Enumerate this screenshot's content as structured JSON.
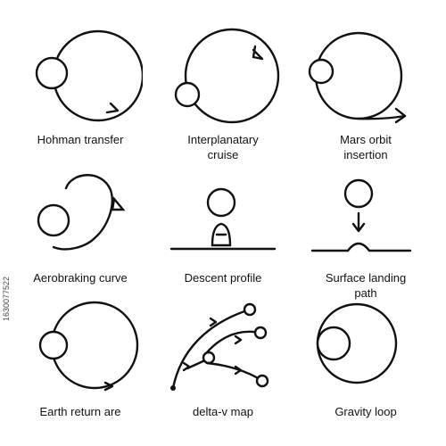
{
  "icons": [
    {
      "name": "hohman-transfer",
      "label": "Hohman transfer"
    },
    {
      "name": "interplanatary-cruise",
      "label": "Interplanatary\ncruise"
    },
    {
      "name": "mars-orbit-insertion",
      "label": "Mars orbit\ninsertion"
    },
    {
      "name": "aerobraking-curve",
      "label": "Aerobraking curve"
    },
    {
      "name": "descent-profile",
      "label": "Descent profile"
    },
    {
      "name": "surface-landing-path",
      "label": "Surface landing\npath"
    },
    {
      "name": "earth-return-arc",
      "label": "Earth return are"
    },
    {
      "name": "delta-v-map",
      "label": "delta-v map"
    },
    {
      "name": "gravity-loop",
      "label": "Gravity loop"
    }
  ],
  "stock_id": "1630077522"
}
